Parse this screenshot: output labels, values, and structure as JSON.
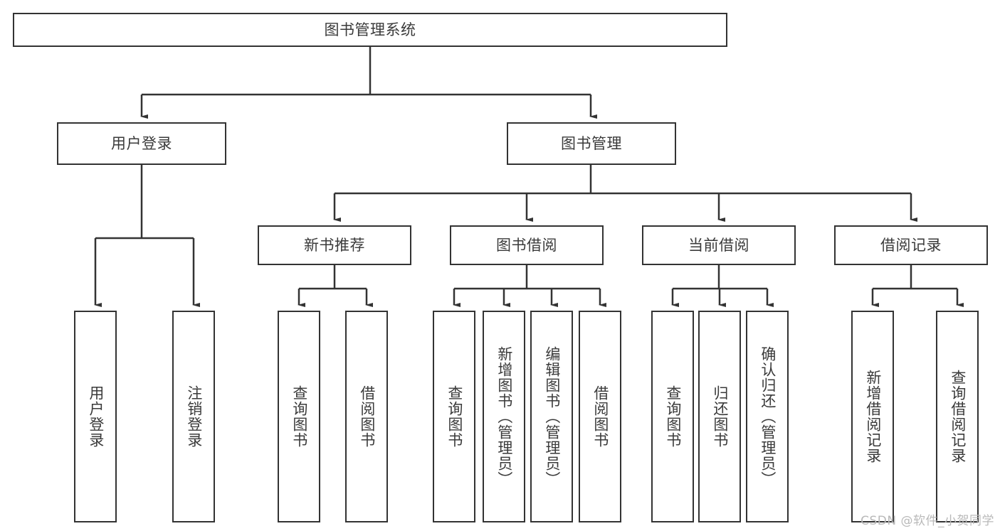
{
  "diagram": {
    "type": "tree-hierarchy",
    "title": "图书管理系统",
    "watermark": "CSDN @软件_小贺同学",
    "colors": {
      "box_border": "#333333",
      "box_fill": "#ffffff",
      "edge": "#333333",
      "text": "#3a3a3a",
      "watermark": "#b9b9b9",
      "background": "#ffffff"
    },
    "nodes": {
      "root": {
        "label": "图书管理系统"
      },
      "level1": [
        {
          "id": "user-login",
          "label": "用户登录"
        },
        {
          "id": "book-manage",
          "label": "图书管理"
        }
      ],
      "level2": [
        {
          "id": "new-book-recommend",
          "label": "新书推荐"
        },
        {
          "id": "book-borrow",
          "label": "图书借阅"
        },
        {
          "id": "current-borrow",
          "label": "当前借阅"
        },
        {
          "id": "borrow-record",
          "label": "借阅记录"
        }
      ],
      "leaves": {
        "user-login": [
          {
            "id": "leaf-user-login",
            "label": "用户登录"
          },
          {
            "id": "leaf-user-logout",
            "label": "注销登录"
          }
        ],
        "new-book-recommend": [
          {
            "id": "leaf-query-book-1",
            "label": "查询图书"
          },
          {
            "id": "leaf-borrow-book-1",
            "label": "借阅图书"
          }
        ],
        "book-borrow": [
          {
            "id": "leaf-query-book-2",
            "label": "查询图书"
          },
          {
            "id": "leaf-add-book",
            "label": "新增图书（管理员）"
          },
          {
            "id": "leaf-edit-book",
            "label": "编辑图书（管理员）"
          },
          {
            "id": "leaf-borrow-book-2",
            "label": "借阅图书"
          }
        ],
        "current-borrow": [
          {
            "id": "leaf-query-book-3",
            "label": "查询图书"
          },
          {
            "id": "leaf-return-book",
            "label": "归还图书"
          },
          {
            "id": "leaf-confirm-return",
            "label": "确认归还（管理员）"
          }
        ],
        "borrow-record": [
          {
            "id": "leaf-add-record",
            "label": "新增借阅记录"
          },
          {
            "id": "leaf-query-record",
            "label": "查询借阅记录"
          }
        ]
      }
    }
  }
}
